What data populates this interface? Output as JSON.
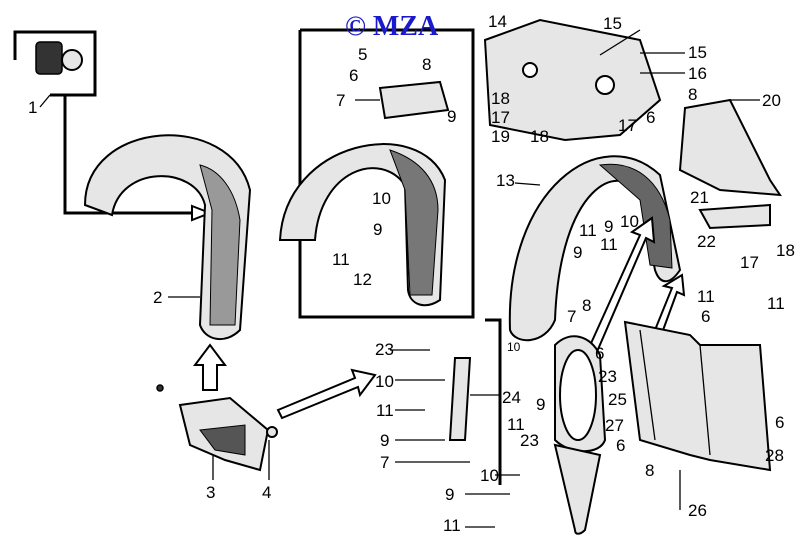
{
  "watermark": "© MZA",
  "callouts": [
    "1",
    "2",
    "3",
    "4",
    "5",
    "6",
    "7",
    "8",
    "9",
    "10",
    "11",
    "9",
    "12",
    "13",
    "14",
    "15",
    "15",
    "16",
    "8",
    "20",
    "18",
    "17",
    "19",
    "18",
    "17",
    "6",
    "21",
    "22",
    "18",
    "17",
    "11",
    "9",
    "10",
    "9",
    "11",
    "7",
    "8",
    "23",
    "10",
    "24",
    "11",
    "9",
    "7",
    "23",
    "10",
    "11",
    "9",
    "6",
    "23",
    "25",
    "27",
    "6",
    "8",
    "26",
    "11",
    "6",
    "11",
    "6",
    "28",
    "10",
    "9",
    "11"
  ]
}
